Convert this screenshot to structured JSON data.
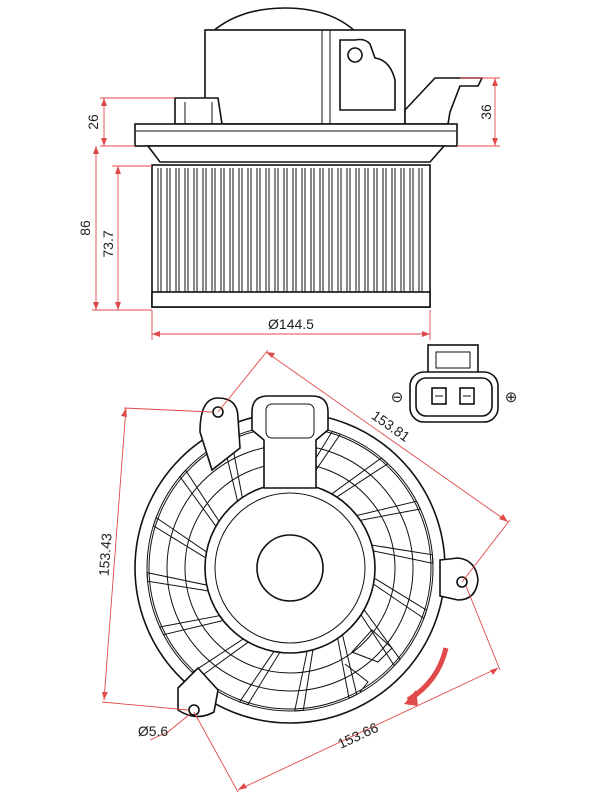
{
  "dimensions": {
    "top_flange_height": "26",
    "top_right_height": "36",
    "overall_height": "86",
    "wheel_height": "73.7",
    "wheel_diameter": "Ø144.5",
    "mount_span_diagonal": "153.81",
    "mount_span_vertical": "153.43",
    "mount_span_bottom": "153.66",
    "mount_hole_diameter": "Ø5.6"
  },
  "connector": {
    "terminal_minus": "⊖",
    "terminal_plus": "⊕"
  },
  "colors": {
    "line": "#111111",
    "dimension": "#e04a4a"
  }
}
